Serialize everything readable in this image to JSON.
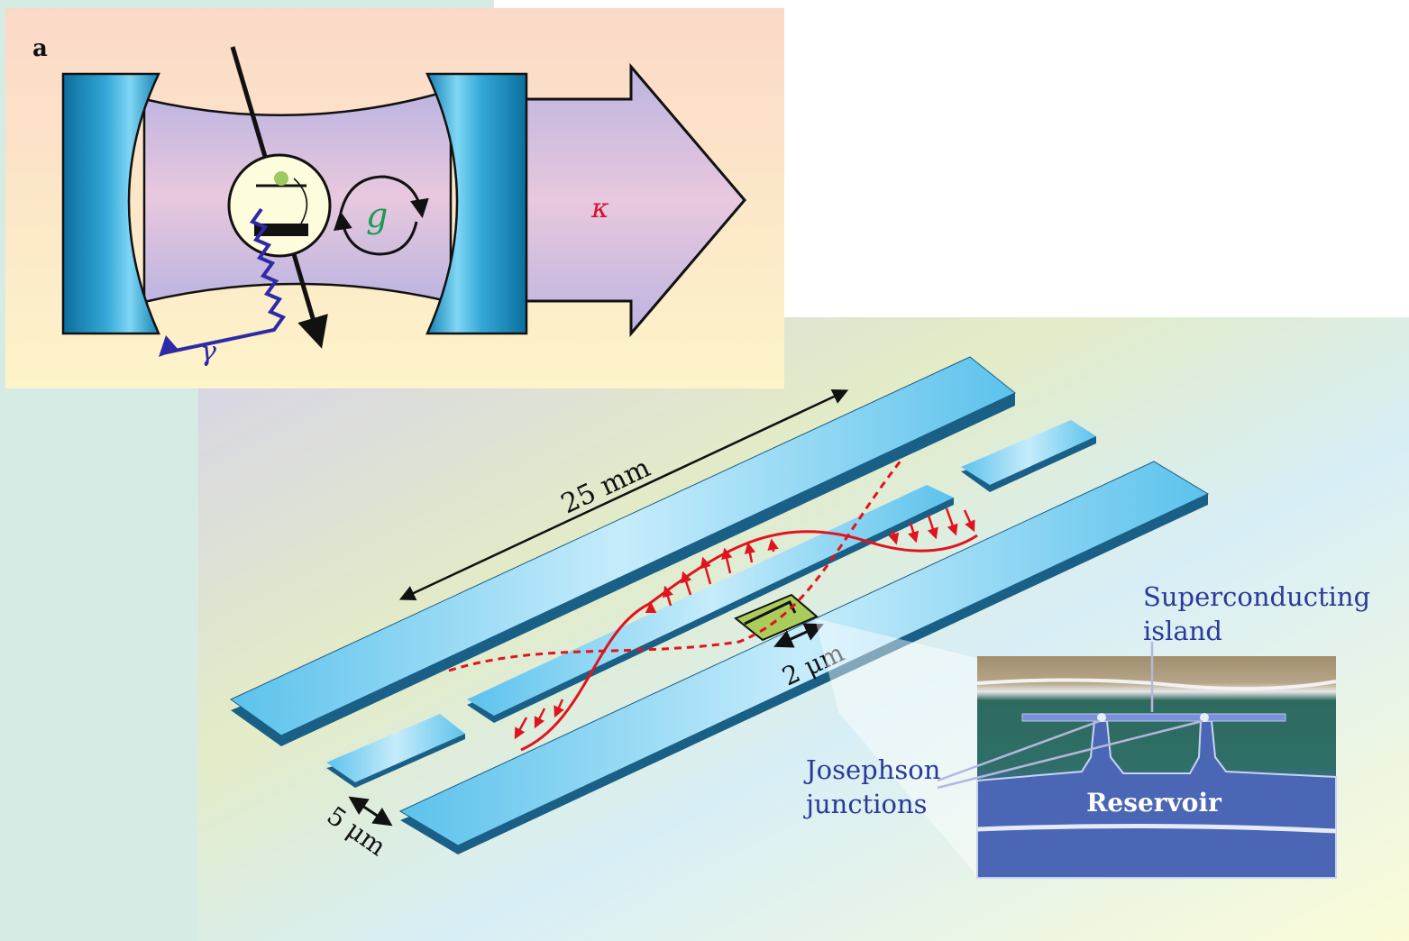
{
  "panel_a": {
    "letter": "a",
    "symbol_g": "g",
    "symbol_kappa": "κ",
    "symbol_gamma": "γ"
  },
  "panel_b": {
    "length_label": "25 mm",
    "gap_width_label": "2 μm",
    "center_gap_label": "5 μm"
  },
  "micrograph": {
    "island_label_line1": "Superconducting",
    "island_label_line2": "island",
    "junction_label_line1": "Josephson",
    "junction_label_line2": "junctions",
    "reservoir_label": "Reservoir"
  },
  "colors": {
    "symbol_g": "#1a9a52",
    "symbol_kappa": "#d8102c",
    "symbol_gamma": "#2d2aa8",
    "annotation_text": "#2a3a9a",
    "field_red": "#e0141e",
    "stripline_blue": "#5cc2ec"
  }
}
